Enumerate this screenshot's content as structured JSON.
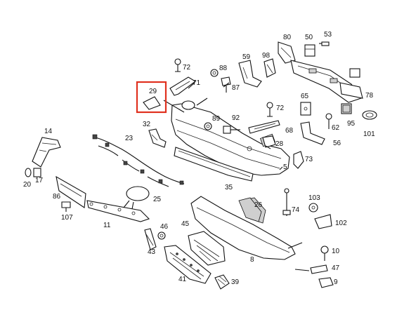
{
  "diagram": {
    "highlighted_part": "29",
    "highlight_color": "#e0311f",
    "callouts": [
      "80",
      "50",
      "53",
      "59",
      "98",
      "72",
      "88",
      "71",
      "87",
      "29",
      "65",
      "89",
      "92",
      "72",
      "78",
      "68",
      "95",
      "101",
      "32",
      "23",
      "62",
      "56",
      "28",
      "14",
      "5",
      "73",
      "35",
      "20",
      "17",
      "86",
      "25",
      "26",
      "103",
      "74",
      "107",
      "11",
      "102",
      "46",
      "45",
      "43",
      "10",
      "8",
      "47",
      "41",
      "39",
      "9"
    ]
  }
}
